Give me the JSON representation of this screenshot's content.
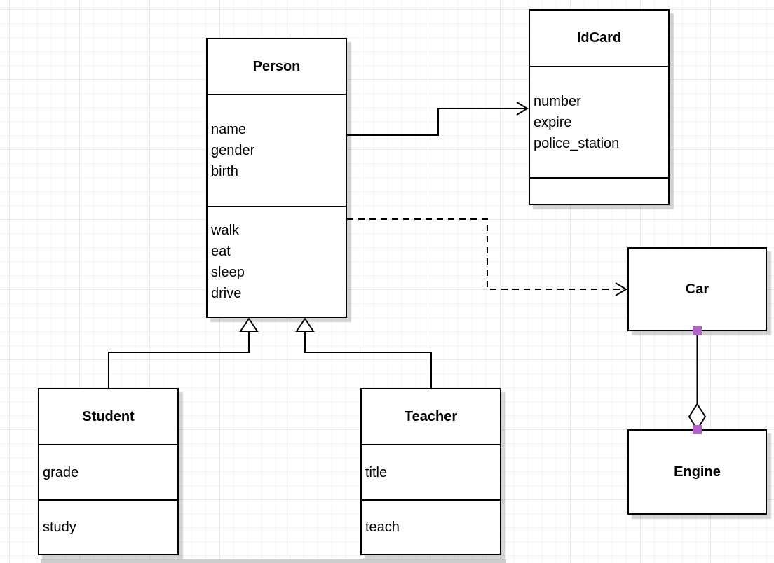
{
  "diagram": {
    "kind": "uml-class-diagram",
    "colors": {
      "stroke": "#000000",
      "box_fill": "#ffffff",
      "shadow": "#cccccc",
      "grid_minor": "#f4f4f4",
      "grid_major": "#e9e9e9",
      "endpoint_handle": "#b164c5"
    }
  },
  "classes": [
    {
      "name": "Person",
      "attributes": [
        "name",
        "gender",
        "birth"
      ],
      "methods": [
        "walk",
        "eat",
        "sleep",
        "drive"
      ]
    },
    {
      "name": "IdCard",
      "attributes": [
        "number",
        "expire",
        "police_station"
      ],
      "methods": []
    },
    {
      "name": "Car",
      "attributes": [],
      "methods": []
    },
    {
      "name": "Engine",
      "attributes": [],
      "methods": []
    },
    {
      "name": "Student",
      "attributes": [
        "grade"
      ],
      "methods": [
        "study"
      ]
    },
    {
      "name": "Teacher",
      "attributes": [
        "title"
      ],
      "methods": [
        "teach"
      ]
    }
  ],
  "relationships": [
    {
      "from": "Person",
      "to": "IdCard",
      "type": "association",
      "line": "solid",
      "arrow": "open"
    },
    {
      "from": "Person",
      "to": "Car",
      "type": "dependency",
      "line": "dashed",
      "arrow": "open"
    },
    {
      "from": "Student",
      "to": "Person",
      "type": "generalization",
      "line": "solid",
      "arrow": "hollow-triangle"
    },
    {
      "from": "Teacher",
      "to": "Person",
      "type": "generalization",
      "line": "solid",
      "arrow": "hollow-triangle"
    },
    {
      "from": "Car",
      "to": "Engine",
      "type": "aggregation",
      "line": "solid",
      "arrow": "hollow-diamond"
    }
  ]
}
